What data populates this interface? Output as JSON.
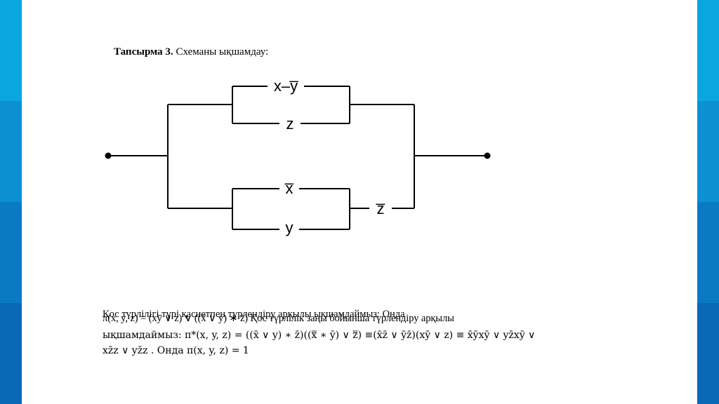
{
  "colors": {
    "accent_bar": "#0d8fd3"
  },
  "task": {
    "label": "Тапсырма 3.",
    "text": " Схеманы ықшамдау:"
  },
  "circuit": {
    "top_branch_1": "x–y̅",
    "top_branch_2": "z",
    "bottom_branch_1": "x̅",
    "bottom_branch_2": "y",
    "series_element": "z̅"
  },
  "solution": {
    "overlap_line_a": "Қос түрлілігі түрі қасиетпен түрлендіру арқылы ықшамдаймыз: Онда",
    "overlap_line_b": "π(x, y, z) = (xy̅ ∨ z) ∨ ((x̅ ∨ y) ∗ z̅) Қос түрлілік заңы бойынша түрлендіру арқылы",
    "line2": "ықшамдаймыз: π*(x, y, z) = ((x̄ ∨ y) ∗ z̄)((x̿ ∗ ȳ) ∨ z̿) ≡(x̄z̄ ∨ ȳz̄)(xȳ ∨ z) ≡ x̄ȳxȳ ∨ yz̄xȳ ∨",
    "line3": "xz̄z ∨ yz̄z . Онда π(x, y, z) = 1"
  }
}
